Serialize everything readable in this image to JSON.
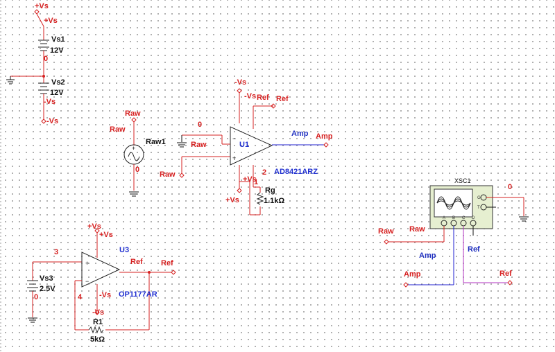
{
  "nets": {
    "pos_vs": "+Vs",
    "neg_vs": "-Vs",
    "raw": "Raw",
    "amp": "Amp",
    "ref": "Ref",
    "gnd": "0",
    "n1": "1",
    "n2": "2",
    "n3": "3",
    "n4": "4"
  },
  "components": {
    "vs1": {
      "name": "Vs1",
      "value": "12V"
    },
    "vs2": {
      "name": "Vs2",
      "value": "12V"
    },
    "vs3": {
      "name": "Vs3",
      "value": "2.5V"
    },
    "raw1": {
      "name": "Raw1"
    },
    "u1": {
      "name": "U1",
      "part": "AD8421ARZ"
    },
    "u3": {
      "name": "U3",
      "part": "OP1177AR"
    },
    "rg": {
      "name": "Rg",
      "value": "1.1kΩ"
    },
    "r1": {
      "name": "R1",
      "value": "5kΩ"
    },
    "xsc1": {
      "name": "XSC1",
      "pins": [
        "G",
        "T",
        "A",
        "B",
        "C",
        "D"
      ]
    }
  },
  "colors": {
    "wire": "#d62020",
    "amp_wire": "#2020d0",
    "ref_wire": "#b030c0",
    "part_label": "#2030d0"
  }
}
